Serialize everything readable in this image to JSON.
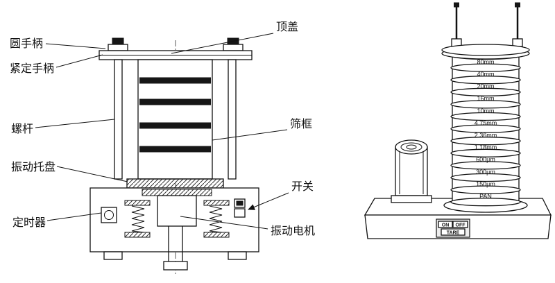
{
  "left_diagram": {
    "labels": {
      "round_handle": "圆手柄",
      "tightening_handle": "紧定手柄",
      "screw_rod": "螺杆",
      "vibration_tray": "振动托盘",
      "timer": "定时器",
      "top_cover": "顶盖",
      "sieve_frame": "筛框",
      "switch": "开关",
      "vibration_motor": "振动电机"
    }
  },
  "right_diagram": {
    "sieve_sizes": [
      "80mm",
      "40mm",
      "20mm",
      "16mm",
      "10mm",
      "4.75mm",
      "2.36mm",
      "1.18mm",
      "600μm",
      "300μm",
      "150μm"
    ],
    "pan_label": "PAN",
    "panel": {
      "on": "ON",
      "off": "OFF",
      "tare": "TARE"
    }
  },
  "colors": {
    "ink": "#111111",
    "background": "#ffffff"
  }
}
